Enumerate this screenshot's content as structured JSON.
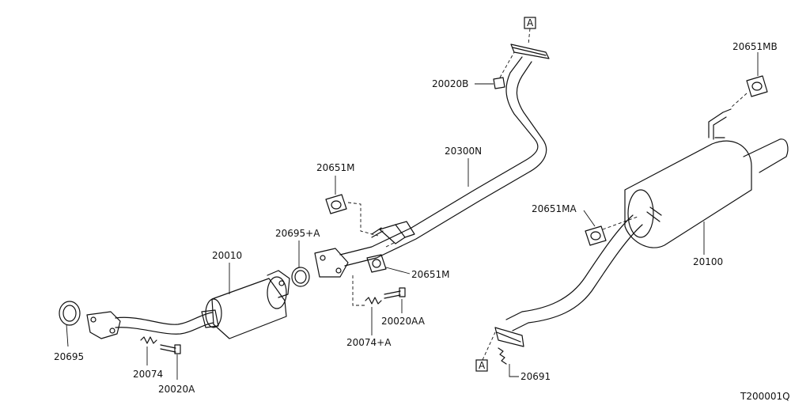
{
  "callouts": {
    "p20695": "20695",
    "p20074": "20074",
    "p20020A": "20020A",
    "p20010": "20010",
    "p20695A": "20695+A",
    "p20651M_top": "20651M",
    "p20651M_right": "20651M",
    "p20074A": "20074+A",
    "p20020AA": "20020AA",
    "p20300N": "20300N",
    "p20020B": "20020B",
    "p20651MA": "20651MA",
    "p20651MB": "20651MB",
    "p20100": "20100",
    "p20691": "20691"
  },
  "refs": {
    "top": "A",
    "bottom": "A"
  },
  "figure_id": "T200001Q"
}
